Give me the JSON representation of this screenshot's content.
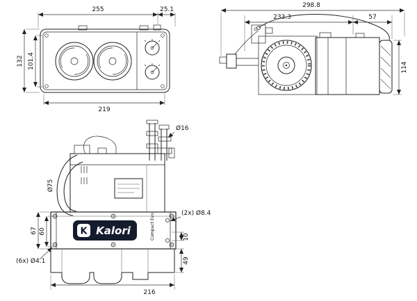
{
  "drawing": {
    "views": {
      "front": {
        "dim_width_top": "255",
        "dim_offset_right": "25.1",
        "dim_height_overall": "132",
        "dim_height_inner": "101.4",
        "dim_width_bottom": "219"
      },
      "side": {
        "dim_width_overall": "298.8",
        "dim_width_body": "233.3",
        "dim_width_motor": "57",
        "dim_height": "114"
      },
      "assembly": {
        "dim_pipe_diameter": "Ø16",
        "dim_hose_diameter": "Ø75",
        "dim_holes_right": "(2x) Ø8.4",
        "dim_height_left_outer": "67",
        "dim_height_left_inner": "60",
        "dim_offset_right": "10",
        "dim_height_lower": "49",
        "dim_holes_left": "(6x) Ø4.1",
        "dim_width_bottom": "216",
        "logo_initial": "K",
        "logo_text": "Kalori",
        "model_text": "Compact Evo"
      }
    }
  }
}
